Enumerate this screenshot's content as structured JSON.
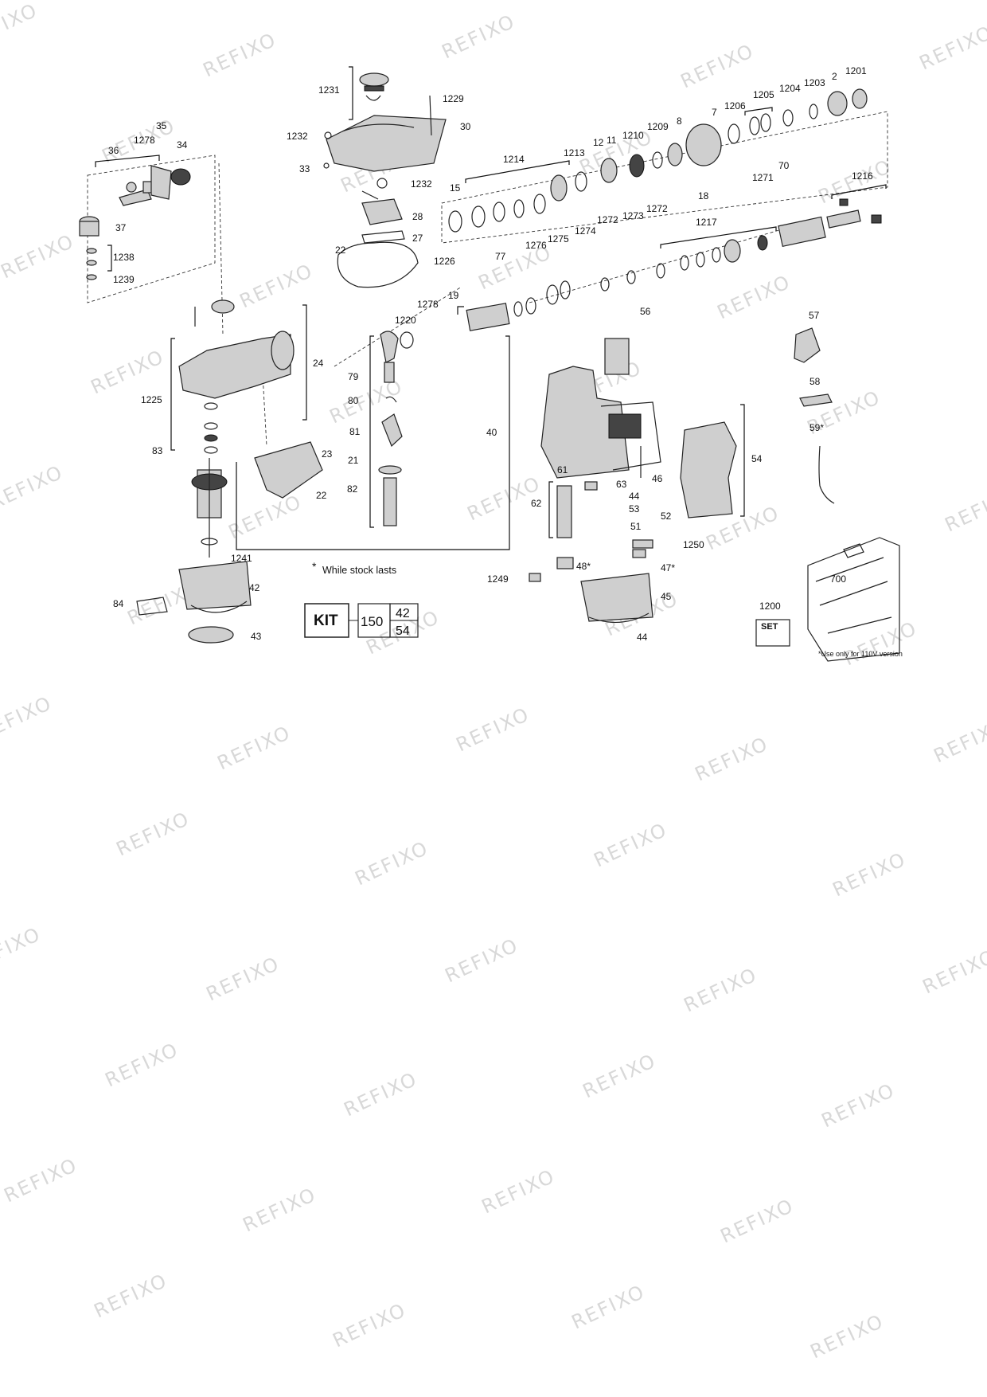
{
  "watermark": "REFIXO",
  "part_labels": [
    "1231",
    "1229",
    "30",
    "1232",
    "33",
    "1232",
    "28",
    "27",
    "22",
    "1226",
    "36",
    "1278",
    "35",
    "34",
    "37",
    "1238",
    "1239",
    "15",
    "1214",
    "1213",
    "12",
    "11",
    "1210",
    "1209",
    "8",
    "7",
    "1206",
    "1205",
    "1204",
    "1203",
    "2",
    "1201",
    "70",
    "1271",
    "1216",
    "18",
    "1272",
    "1273",
    "1272",
    "1274",
    "1275",
    "1276",
    "77",
    "19",
    "1278",
    "1220",
    "1217",
    "56",
    "57",
    "58",
    "59*",
    "54",
    "24",
    "1225",
    "83",
    "79",
    "80",
    "81",
    "21",
    "82",
    "40",
    "23",
    "22",
    "61",
    "63",
    "44",
    "53",
    "46",
    "62",
    "51",
    "52",
    "1250",
    "1241",
    "84",
    "42",
    "43",
    "1249",
    "48*",
    "47*",
    "45",
    "44",
    "700",
    "1200"
  ],
  "footnote": "While stock lasts",
  "footnote_mark": "*",
  "kit": {
    "label": "KIT",
    "number": "150",
    "parts": [
      "42",
      "54"
    ]
  },
  "set_badge": "SET",
  "note_110v": "*Use only for 110V version"
}
